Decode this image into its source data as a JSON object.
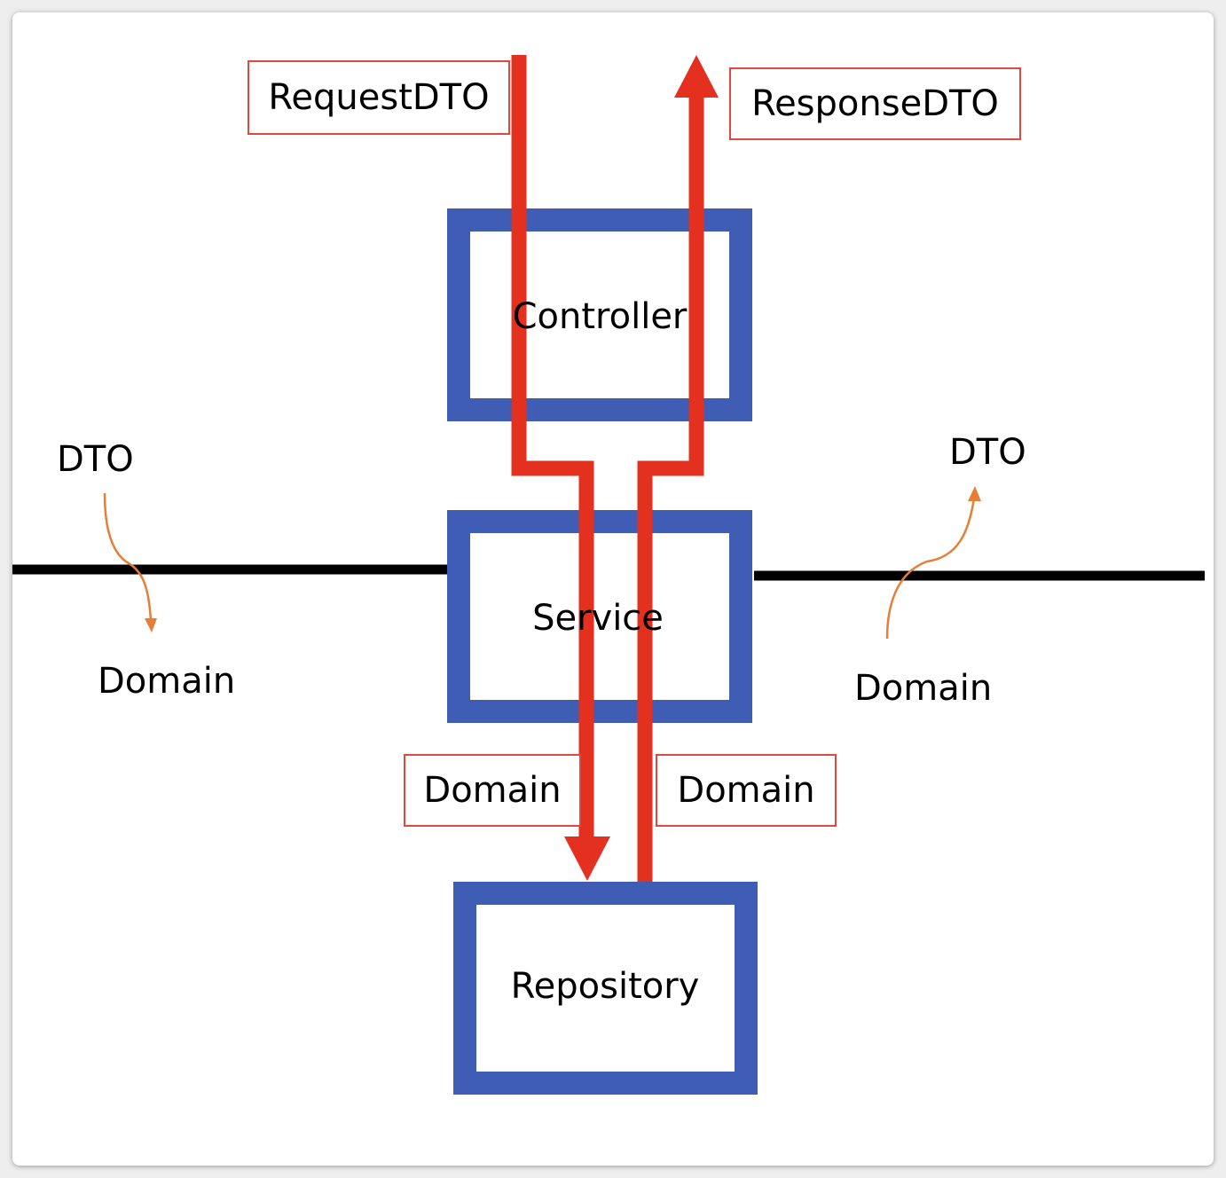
{
  "labels": {
    "request": "RequestDTO",
    "response": "ResponseDTO",
    "controller": "Controller",
    "service": "Service",
    "repository": "Repository",
    "left_dto": "DTO",
    "left_domain": "Domain",
    "right_dto": "DTO",
    "right_domain": "Domain",
    "down_domain": "Domain",
    "up_domain": "Domain"
  },
  "colors": {
    "layer_border": "#3f5db4",
    "flow_arrow": "#e3301f",
    "conversion_arrow": "#e67e36",
    "divider": "#000000",
    "label_box_border": "#e3463a"
  }
}
